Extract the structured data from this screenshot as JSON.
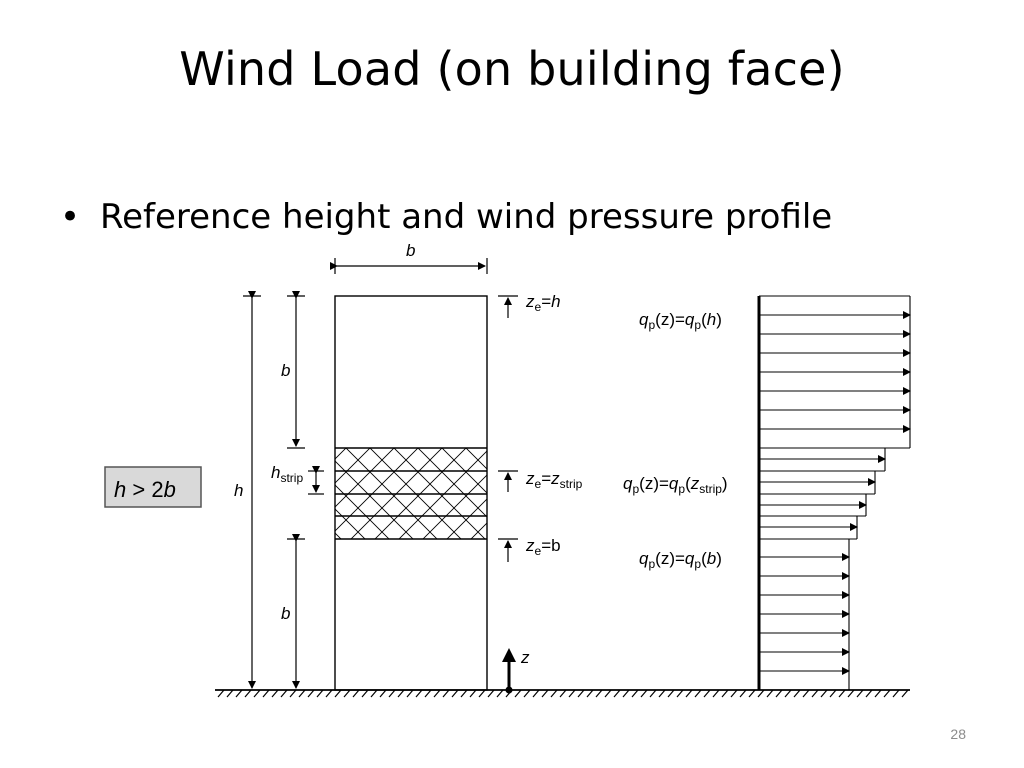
{
  "slide": {
    "title": "Wind Load (on building face)",
    "bullet": "Reference height and wind pressure profile",
    "page_number": "28"
  },
  "diagram": {
    "condition_label": {
      "h": "h",
      "op": " > ",
      "two": "2",
      "b": "b"
    },
    "width_label": "b",
    "height_label": "h",
    "upper_segment_label": "b",
    "lower_segment_label": "b",
    "strip_label": {
      "main": "h",
      "sub": "strip"
    },
    "z_axis_label": "z",
    "reference_heights": {
      "top": {
        "z": "z",
        "sub": "e",
        "eq": "=",
        "val": "h"
      },
      "strip": {
        "z": "z",
        "sub": "e",
        "eq": "=",
        "val": "z",
        "val_sub": "strip"
      },
      "base": {
        "z": "z",
        "sub": "e",
        "eq": "=",
        "val": "b"
      }
    },
    "pressure_labels": {
      "top": {
        "q": "q",
        "sub": "p",
        "mid": "(z)=",
        "q2": "q",
        "sub2": "p",
        "open": "(",
        "arg": "h",
        "close": ")"
      },
      "strip": {
        "q": "q",
        "sub": "p",
        "mid": "(z)=",
        "q2": "q",
        "sub2": "p",
        "open": "(",
        "arg": "z",
        "arg_sub": "strip",
        "close": ")"
      },
      "base": {
        "q": "q",
        "sub": "p",
        "mid": "(z)=",
        "q2": "q",
        "sub2": "p",
        "open": "(",
        "arg": "b",
        "close": ")"
      }
    },
    "colors": {
      "line": "#000000",
      "condition_box_fill": "#d9d9d9"
    }
  }
}
